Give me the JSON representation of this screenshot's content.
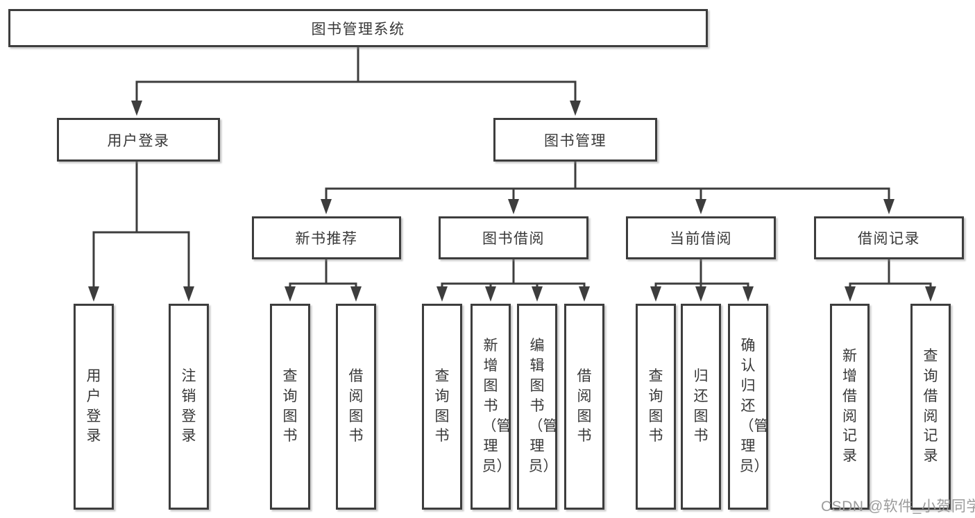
{
  "diagram": {
    "root": {
      "label": "图书管理系统",
      "children": [
        {
          "label": "用户登录",
          "children": [
            {
              "label": "用户登录"
            },
            {
              "label": "注销登录"
            }
          ]
        },
        {
          "label": "图书管理",
          "children": [
            {
              "label": "新书推荐",
              "children": [
                {
                  "label": "查询图书"
                },
                {
                  "label": "借阅图书"
                }
              ]
            },
            {
              "label": "图书借阅",
              "children": [
                {
                  "label": "查询图书"
                },
                {
                  "label": "新增图书（管理员）"
                },
                {
                  "label": "编辑图书（管理员）"
                },
                {
                  "label": "借阅图书"
                }
              ]
            },
            {
              "label": "当前借阅",
              "children": [
                {
                  "label": "查询图书"
                },
                {
                  "label": "归还图书"
                },
                {
                  "label": "确认归还（管理员）"
                }
              ]
            },
            {
              "label": "借阅记录",
              "children": [
                {
                  "label": "新增借阅记录"
                },
                {
                  "label": "查询借阅记录"
                }
              ]
            }
          ]
        }
      ]
    },
    "watermark": "CSDN @软件_小贺同学",
    "colors": {
      "line": "#3d3d3d",
      "text": "#383838",
      "box_background": "#ffffff",
      "watermark": "#9b9b9b",
      "background": "#ffffff"
    }
  }
}
